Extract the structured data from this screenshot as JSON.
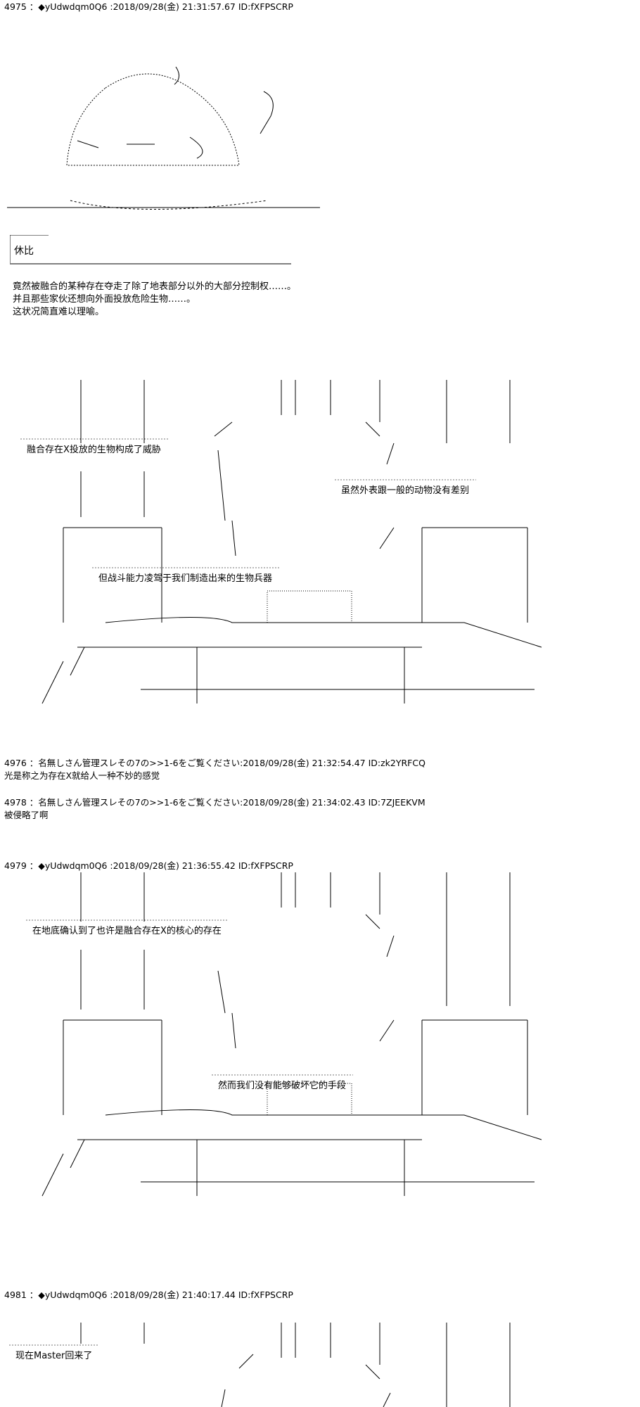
{
  "posts": [
    {
      "header": "4975 ：◆yUdwdqm0Q6 :2018/09/28(金) 21:31:57.67 ID:fXFPSCRP",
      "speaker": "休比",
      "narration": [
        "竟然被融合的某种存在夺走了除了地表部分以外的大部分控制权……。",
        "并且那些家伙还想向外面投放危险生物……。",
        "这状况简直难以理喻。"
      ],
      "bubbles": [
        "融合存在X投放的生物构成了威胁",
        "虽然外表跟一般的动物没有差别",
        "但战斗能力凌驾于我们制造出来的生物兵器"
      ]
    },
    {
      "header": "4976 ：名無しさん管理スレその7の>>1-6をご覧ください:2018/09/28(金) 21:32:54.47 ID:zk2YRFCQ",
      "text": "光是称之为存在X就给人一种不妙的感觉"
    },
    {
      "header": "4978 ：名無しさん管理スレその7の>>1-6をご覧ください:2018/09/28(金) 21:34:02.43 ID:7ZJEEKVM",
      "text": "被侵略了啊"
    },
    {
      "header": "4979 ：◆yUdwdqm0Q6 :2018/09/28(金) 21:36:55.42 ID:fXFPSCRP",
      "bubbles": [
        "在地底确认到了也许是融合存在X的核心的存在",
        "然而我们没有能够破坏它的手段"
      ]
    },
    {
      "header": "4981 ：◆yUdwdqm0Q6 :2018/09/28(金) 21:40:17.44 ID:fXFPSCRP",
      "bubbles": [
        "现在Master回来了"
      ]
    }
  ]
}
